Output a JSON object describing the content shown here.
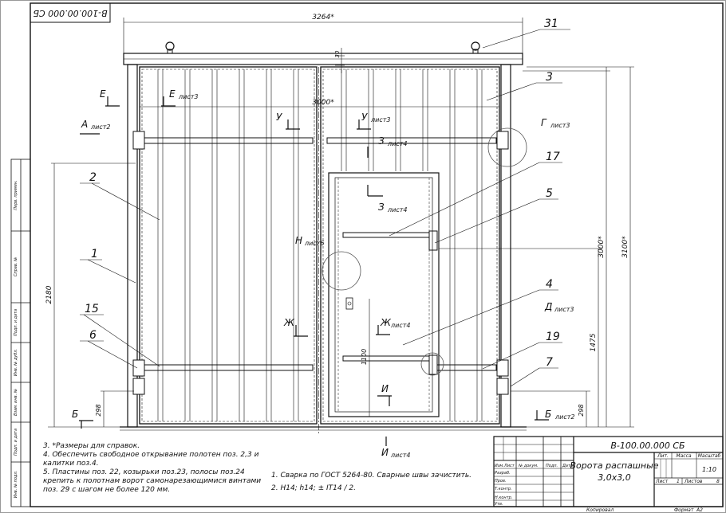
{
  "drawing": {
    "code": "В-100.00.000 СБ",
    "code_rotated": "В-100.00.000 СБ",
    "title_line1": "Ворота распашные",
    "title_line2": "3,0x3,0",
    "scale": "1:10",
    "sheet_label": "Лист",
    "sheet_no": "1",
    "sheets_label": "Листов",
    "sheets_count": "8",
    "lit_label": "Лит.",
    "mass_label": "Масса",
    "scale_label": "Масштаб",
    "copied_label": "Копировал",
    "format_label": "Формат",
    "format_value": "А2"
  },
  "title_block_rows": [
    "Изм.",
    "Лист",
    "№ докум.",
    "Подп.",
    "Дата"
  ],
  "title_block_roles": [
    "Разраб.",
    "Пров.",
    "Т.контр.",
    "",
    "Н.контр.",
    "Утв."
  ],
  "side_stamp": [
    "Перв. примен.",
    "Справ. №",
    "Подп. и дата",
    "Инв. № дубл.",
    "Взам. инв. №",
    "Подп. и дата",
    "Инв. № подл."
  ],
  "dimensions": {
    "overall_width": "3264*",
    "opening_width": "3000*",
    "gap_top": "30",
    "total_height": "3100*",
    "opening_height": "3000*",
    "left_height": "2180",
    "door_bottom": "1475",
    "door_handle": "1100",
    "left_bottom": "298",
    "right_bottom": "298"
  },
  "position_labels": [
    "31",
    "3",
    "2",
    "1",
    "15",
    "6",
    "17",
    "5",
    "4",
    "19",
    "7"
  ],
  "section_marks": [
    {
      "letter": "Е",
      "sheet": "лист3"
    },
    {
      "letter": "Е",
      "sheet": ""
    },
    {
      "letter": "А",
      "sheet": "лист2"
    },
    {
      "letter": "У",
      "sheet": ""
    },
    {
      "letter": "У",
      "sheet": "лист3"
    },
    {
      "letter": "З",
      "sheet": "лист4"
    },
    {
      "letter": "З",
      "sheet": "лист4"
    },
    {
      "letter": "Г",
      "sheet": "лист3"
    },
    {
      "letter": "Н",
      "sheet": "лист6"
    },
    {
      "letter": "Д",
      "sheet": "лист3"
    },
    {
      "letter": "Ж",
      "sheet": ""
    },
    {
      "letter": "Ж",
      "sheet": "лист4"
    },
    {
      "letter": "И",
      "sheet": ""
    },
    {
      "letter": "И",
      "sheet": "лист4"
    },
    {
      "letter": "Б",
      "sheet": ""
    },
    {
      "letter": "Б",
      "sheet": "лист2"
    }
  ],
  "notes_left": [
    "3. *Размеры для справок.",
    "4. Обеспечить свободное открывание полотен поз. 2,3 и",
    "калитки поз.4.",
    "5. Пластины поз. 22, козырьки поз.23, полосы поз.24",
    "крепить к полотнам ворот самонарезающимися винтами",
    "поз. 29 с шагом не более 120 мм."
  ],
  "notes_right": [
    "1. Сварка по ГОСТ 5264-80. Сварные швы зачистить.",
    "2. Н14; h14; ± IT14 / 2."
  ]
}
